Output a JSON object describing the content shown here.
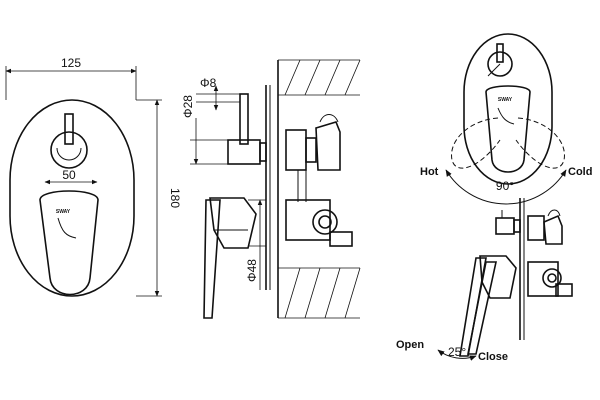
{
  "front_view": {
    "width_dim": "125",
    "height_dim": "180",
    "handle_dim": "50",
    "logo": "SWAY"
  },
  "side_view": {
    "stem_dim": "Φ8",
    "cap_dim": "Φ28",
    "body_dim": "Φ48"
  },
  "rotation_view": {
    "hot_label": "Hot",
    "cold_label": "Cold",
    "angle_label": "90°",
    "logo": "SWAY"
  },
  "lever_view": {
    "open_label": "Open",
    "close_label": "Close",
    "angle_label": "25°"
  }
}
